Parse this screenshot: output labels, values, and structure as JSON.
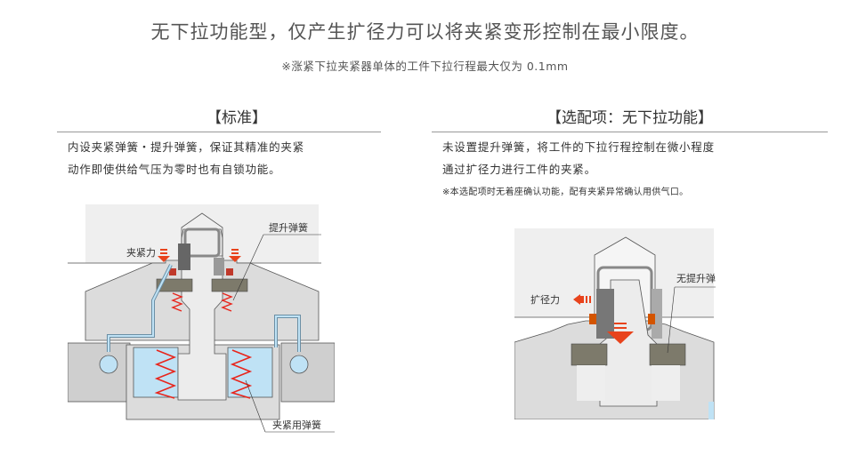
{
  "header": {
    "title": "无下拉功能型，仅产生扩径力可以将夹紧变形控制在最小限度。",
    "subtitle": "※涨紧下拉夹紧器单体的工件下拉行程最大仅为 0.1mm"
  },
  "standard": {
    "heading": "【标准】",
    "desc_line1": "内设夹紧弹簧・提升弹簧，保证其精准的夹紧",
    "desc_line2": "动作即使供给气压为零时也有自锁功能。",
    "diagram": {
      "label_clamp_force": "夹紧力",
      "label_lift_spring": "提升弹簧",
      "label_clamp_spring": "夹紧用弹簧"
    }
  },
  "option": {
    "heading": "【选配项：无下拉功能】",
    "desc_line1": "未设置提升弹簧，将工件的下拉行程控制在微小程度",
    "desc_line2": "通过扩径力进行工件的夹紧。",
    "note": "※本选配项时无着座确认功能，配有夹紧异常确认用供气口。",
    "diagram": {
      "label_expand_force": "扩径力",
      "label_no_lift_spring": "无提升弹簧"
    }
  },
  "colors": {
    "arrow": "#e8431c",
    "spring": "#e8251c",
    "air": "#bfe2f5",
    "body": "#dcdcdc",
    "workpiece": "#efefef",
    "collar": "#7d7a6b"
  }
}
